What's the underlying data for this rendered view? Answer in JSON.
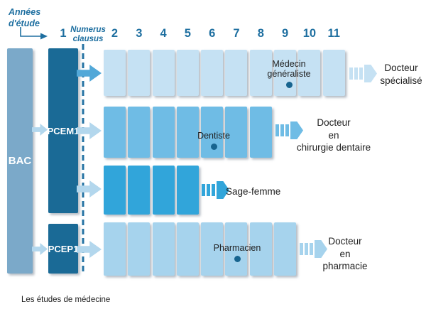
{
  "axis": {
    "years_label_line1": "Années",
    "years_label_line2": "d'étude",
    "numerus_line1": "Numerus",
    "numerus_line2": "clausus",
    "year_first": "1",
    "year_numbers": [
      "2",
      "3",
      "4",
      "5",
      "6",
      "7",
      "8",
      "9",
      "10",
      "11"
    ]
  },
  "bars": {
    "bac": "BAC",
    "pcem1": "PCEM1",
    "pcep1": "PCEP1"
  },
  "tracks": [
    {
      "id": "medecine",
      "years": "2-11",
      "num_boxes": 10,
      "milestone": {
        "line1": "Médecin",
        "line2": "généraliste",
        "at_year": "9"
      },
      "outcome": {
        "line1": "Docteur",
        "line2": "spécialisé"
      }
    },
    {
      "id": "chirurgie-dentaire",
      "years": "2-8",
      "num_boxes": 7,
      "milestone": {
        "line1": "Dentiste",
        "at_year": "6"
      },
      "outcome": {
        "line1": "Docteur",
        "line2": "en",
        "line3": "chirurgie dentaire"
      }
    },
    {
      "id": "sage-femme",
      "years": "2-5",
      "num_boxes": 4,
      "outcome": {
        "line1": "Sage-femme"
      }
    },
    {
      "id": "pharmacie",
      "years": "2-9",
      "num_boxes": 8,
      "milestone": {
        "line1": "Pharmacien",
        "at_year": "7"
      },
      "outcome": {
        "line1": "Docteur",
        "line2": "en",
        "line3": "pharmacie"
      }
    }
  ],
  "caption": "Les études de médecine",
  "colors": {
    "bac-bar": "#7BA9C9",
    "dark-bar": "#1A6A96",
    "row1": "#C5E1F3",
    "row2": "#6FBCE5",
    "row3": "#31A5DA",
    "row4": "#A6D3ED",
    "arrow-light": "#B3D7ED",
    "arrow-medium": "#52A8D8",
    "blue-text": "#1E6FA0",
    "dot": "#17648F",
    "dashed": "#2573A3",
    "black-text": "#1E1E1E"
  }
}
